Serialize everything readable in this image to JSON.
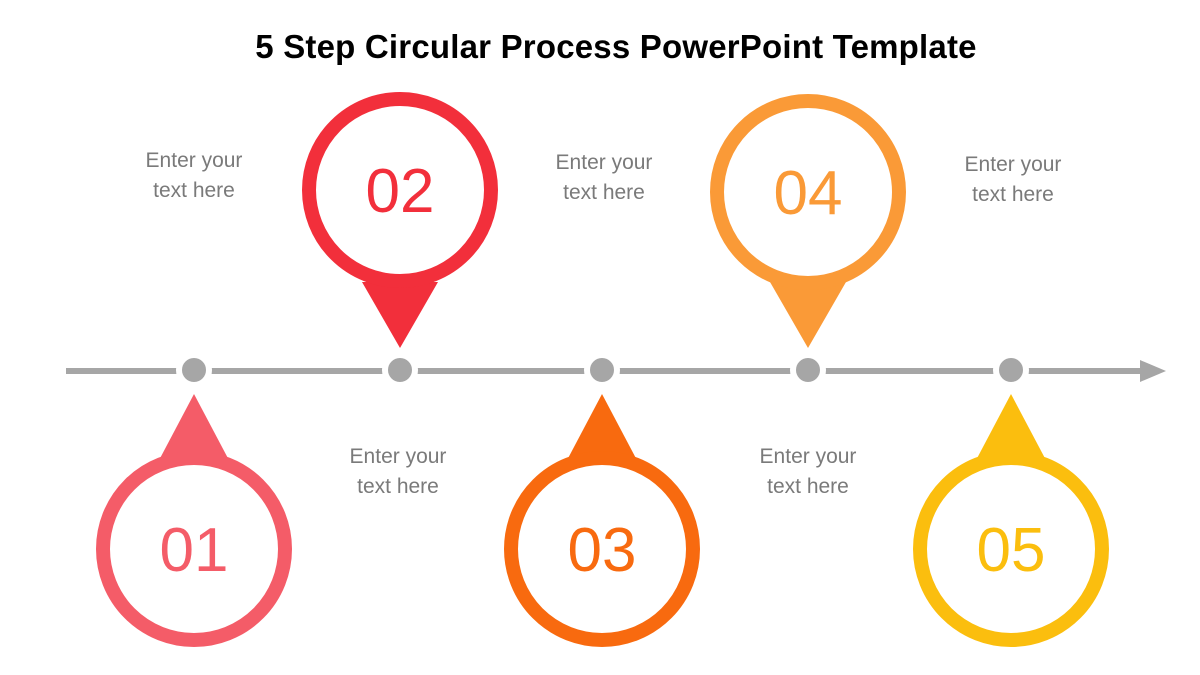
{
  "title": "5 Step Circular Process PowerPoint Template",
  "colors": {
    "line": "#a6a6a6",
    "step1": "#f45c68",
    "step2": "#f22f3b",
    "step3": "#f86a0f",
    "step4": "#fa9a37",
    "step5": "#fbbe0e"
  },
  "steps": [
    {
      "number": "01",
      "text": "Enter your\ntext here"
    },
    {
      "number": "02",
      "text": "Enter your\ntext here"
    },
    {
      "number": "03",
      "text": "Enter your\ntext here"
    },
    {
      "number": "04",
      "text": "Enter your\ntext here"
    },
    {
      "number": "05",
      "text": "Enter your\ntext here"
    }
  ]
}
